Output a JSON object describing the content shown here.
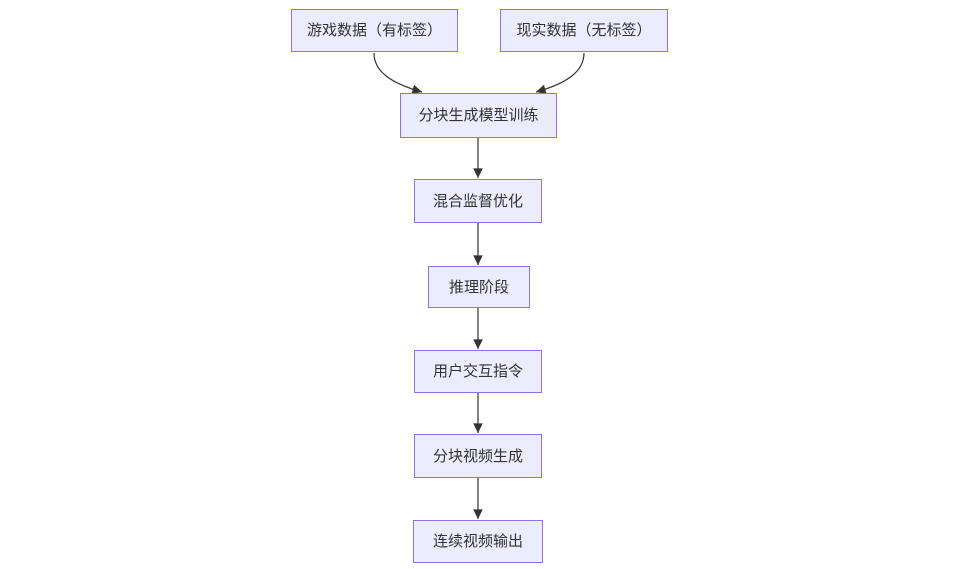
{
  "diagram": {
    "type": "flowchart",
    "direction": "top-down",
    "colors": {
      "background": "#FFFFFF",
      "node_fill": "#ECECFF",
      "node_border": "#9370DB",
      "node_text": "#333333",
      "edge_stroke": "#333333",
      "arrowhead_fill": "#333333"
    },
    "nodes": [
      {
        "id": "game-data",
        "label": "游戏数据（有标签）"
      },
      {
        "id": "real-data",
        "label": "现实数据（无标签）"
      },
      {
        "id": "block-model-training",
        "label": "分块生成模型训练"
      },
      {
        "id": "hybrid-supervision",
        "label": "混合监督优化"
      },
      {
        "id": "inference-stage",
        "label": "推理阶段"
      },
      {
        "id": "user-interaction",
        "label": "用户交互指令"
      },
      {
        "id": "block-video-gen",
        "label": "分块视频生成"
      },
      {
        "id": "continuous-video-out",
        "label": "连续视频输出"
      }
    ],
    "edges": [
      {
        "from": "game-data",
        "to": "block-model-training",
        "style": "curved"
      },
      {
        "from": "real-data",
        "to": "block-model-training",
        "style": "curved"
      },
      {
        "from": "block-model-training",
        "to": "hybrid-supervision",
        "style": "straight"
      },
      {
        "from": "hybrid-supervision",
        "to": "inference-stage",
        "style": "straight"
      },
      {
        "from": "inference-stage",
        "to": "user-interaction",
        "style": "straight"
      },
      {
        "from": "user-interaction",
        "to": "block-video-gen",
        "style": "straight"
      },
      {
        "from": "block-video-gen",
        "to": "continuous-video-out",
        "style": "straight"
      }
    ]
  }
}
